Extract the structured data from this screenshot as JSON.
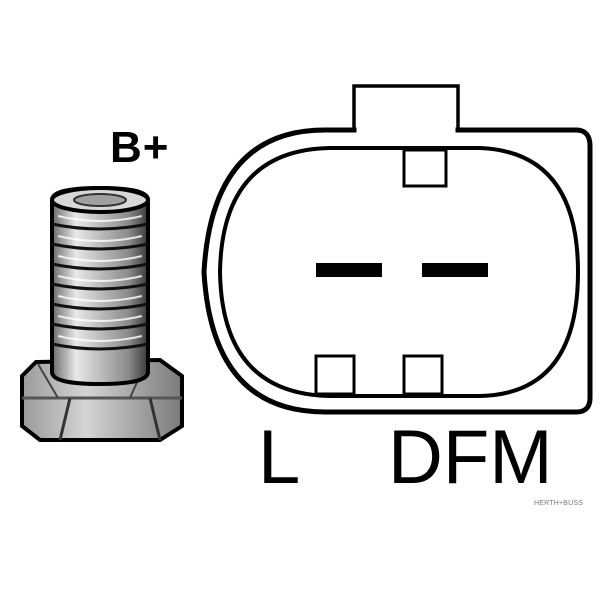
{
  "labels": {
    "battery_terminal": "B+",
    "connector_pin_l": "L",
    "connector_pin_dfm": "DFM"
  },
  "watermark": "HERTH+BUSS",
  "colors": {
    "line": "#000000",
    "background": "#ffffff",
    "bolt_fill": "#b5b5b5",
    "bolt_dark": "#555555"
  },
  "icons": {
    "bolt": "threaded-stud-with-hex-nut",
    "connector": "two-pin-plug-socket"
  }
}
